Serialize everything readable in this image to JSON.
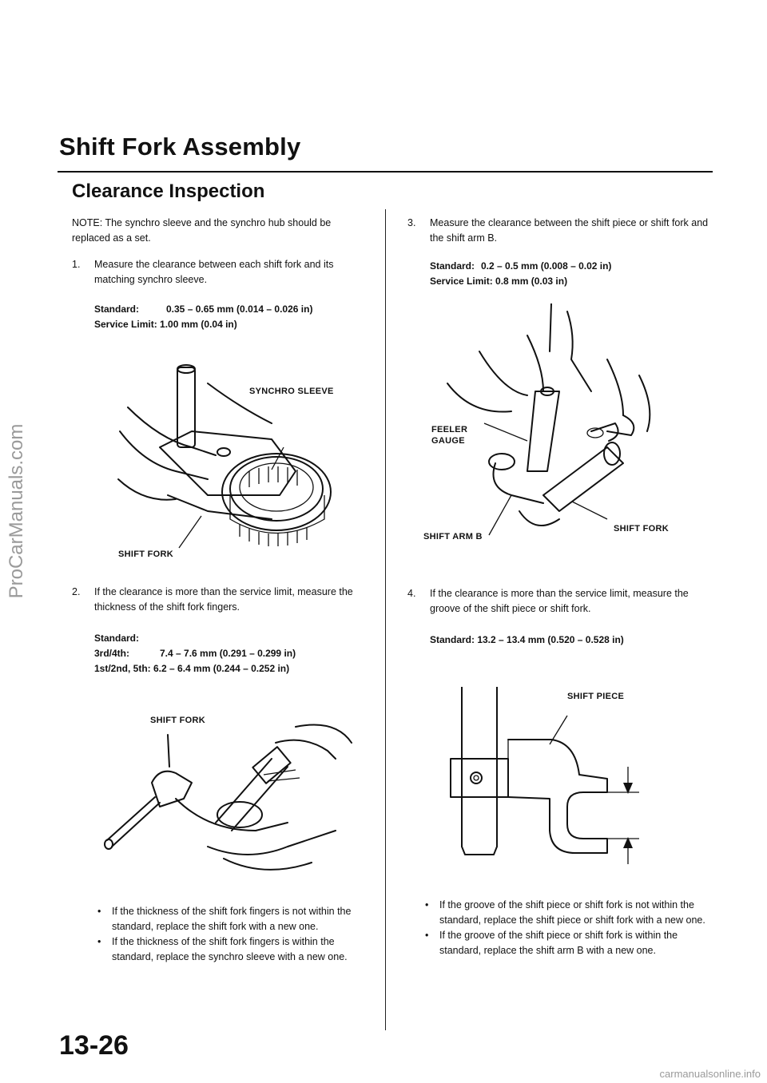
{
  "watermark": {
    "side": "ProCarManuals.com",
    "bottom": "carmanualsonline.info"
  },
  "page_title": "Shift Fork Assembly",
  "section_title": "Clearance Inspection",
  "page_number": "13-26",
  "left": {
    "note": "NOTE: The synchro sleeve and the synchro hub should be replaced as a set.",
    "step1": {
      "num": "1.",
      "text": "Measure the clearance between each shift fork and its matching synchro sleeve."
    },
    "spec1": {
      "standard_label": "Standard:",
      "standard_value": "0.35 – 0.65 mm (0.014 – 0.026 in)",
      "limit": "Service Limit: 1.00 mm (0.04 in)"
    },
    "fig1": {
      "label_sleeve": "SYNCHRO SLEEVE",
      "label_fork": "SHIFT FORK"
    },
    "step2": {
      "num": "2.",
      "text": "If the clearance is more than the service limit, measure the thickness of the shift fork fingers."
    },
    "spec2": {
      "standard_label": "Standard:",
      "row1_label": "3rd/4th:",
      "row1_value": "7.4 – 7.6 mm (0.291 – 0.299 in)",
      "row2": "1st/2nd, 5th: 6.2 – 6.4 mm (0.244 – 0.252 in)"
    },
    "fig2": {
      "label_fork": "SHIFT FORK"
    },
    "bullets": [
      "If the thickness of the shift fork fingers is not within the standard, replace the shift fork with a new one.",
      "If the thickness of the shift fork fingers is within the standard, replace the synchro sleeve with a new one."
    ]
  },
  "right": {
    "step3": {
      "num": "3.",
      "text": "Measure the clearance between the shift piece or shift fork and the shift arm B."
    },
    "spec3": {
      "standard_label": "Standard:",
      "standard_value": "0.2 – 0.5 mm (0.008 – 0.02 in)",
      "limit": "Service Limit: 0.8 mm (0.03 in)"
    },
    "fig3": {
      "label_gauge_1": "FEELER",
      "label_gauge_2": "GAUGE",
      "label_arm": "SHIFT ARM B",
      "label_fork": "SHIFT FORK"
    },
    "step4": {
      "num": "4.",
      "text": "If the clearance is more than the service limit, measure the groove of the shift piece or shift fork."
    },
    "spec4": {
      "standard": "Standard: 13.2 – 13.4 mm (0.520 – 0.528 in)"
    },
    "fig4": {
      "label_piece": "SHIFT PIECE"
    },
    "bullets": [
      "If the groove of the shift piece or shift fork is not within the standard, replace the shift piece or shift fork with a new one.",
      "If the groove of the shift piece or shift fork is within the standard, replace the shift arm B with a new one."
    ]
  }
}
